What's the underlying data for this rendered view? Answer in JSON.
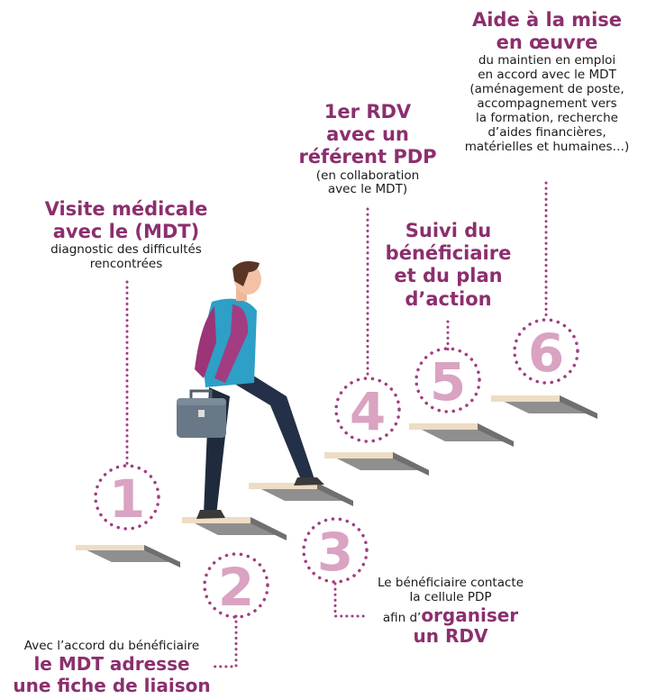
{
  "steps": [
    {
      "num": "1",
      "title_lines": [
        "Visite médicale",
        "avec le (MDT)"
      ],
      "desc_lines": [
        "diagnostic des difficultés",
        "rencontrées"
      ]
    },
    {
      "num": "2",
      "desc_lines": [
        "Avec l’accord du bénéficiaire"
      ],
      "title_lines": [
        "le MDT adresse",
        "une fiche de liaison"
      ]
    },
    {
      "num": "3",
      "desc_lines": [
        "Le bénéficiaire contacte",
        "la cellule PDP"
      ],
      "desc_inline": "afin d’",
      "title_inline": "organiser",
      "title_lines": [
        "un RDV"
      ]
    },
    {
      "num": "4",
      "title_lines": [
        "1er RDV",
        "avec un",
        "référent PDP"
      ],
      "desc_lines": [
        "(en collaboration",
        "avec le MDT)"
      ]
    },
    {
      "num": "5",
      "title_lines": [
        "Suivi du",
        "bénéficiaire",
        "et du plan",
        "d’action"
      ]
    },
    {
      "num": "6",
      "title_lines": [
        "Aide à la mise",
        "en œuvre"
      ],
      "desc_lines": [
        "du maintien en emploi",
        "en accord avec le MDT",
        "(aménagement de poste,",
        "accompagnement vers",
        "la formation, recherche",
        "d’aides financières,",
        "matérielles et humaines…)"
      ]
    }
  ],
  "colors": {
    "accent": "#8b2f6e",
    "numeral": "#d9a3c1",
    "dots": "#a23d82",
    "step_top": "#efdcc4",
    "step_side": "#8f8f8f"
  }
}
